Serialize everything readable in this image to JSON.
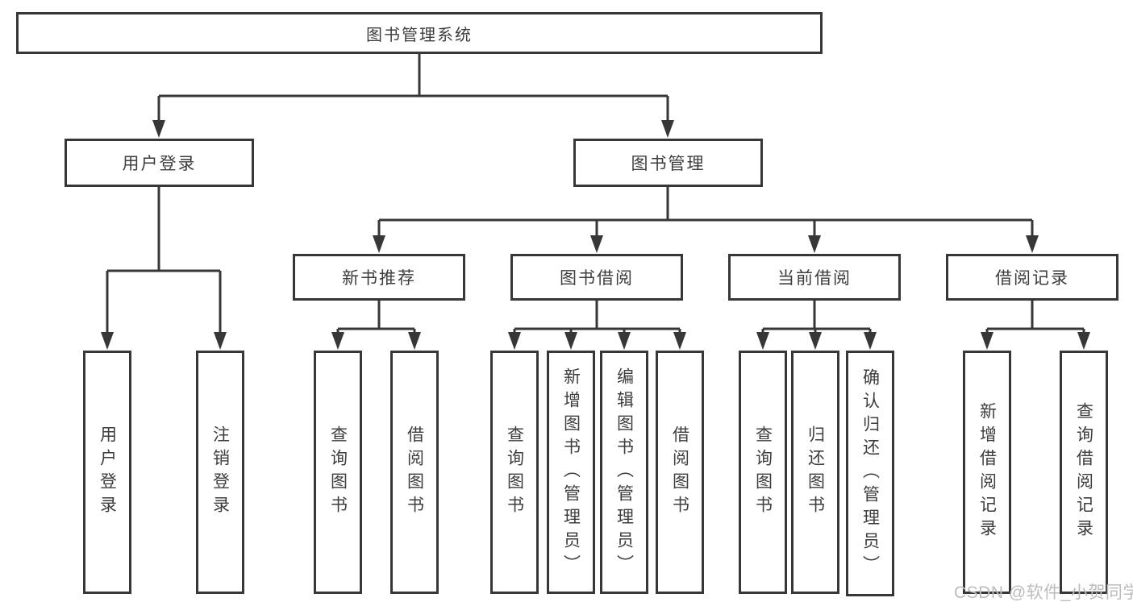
{
  "tree": {
    "label": "图书管理系统",
    "children": [
      {
        "label": "用户登录",
        "children": [
          {
            "label": "用户登录"
          },
          {
            "label": "注销登录"
          }
        ]
      },
      {
        "label": "图书管理",
        "children": [
          {
            "label": "新书推荐",
            "children": [
              {
                "label": "查询图书"
              },
              {
                "label": "借阅图书"
              }
            ]
          },
          {
            "label": "图书借阅",
            "children": [
              {
                "label": "查询图书"
              },
              {
                "label": "新增图书（管理员）"
              },
              {
                "label": "编辑图书（管理员）"
              },
              {
                "label": "借阅图书"
              }
            ]
          },
          {
            "label": "当前借阅",
            "children": [
              {
                "label": "查询图书"
              },
              {
                "label": "归还图书"
              },
              {
                "label": "确认归还（管理员）"
              }
            ]
          },
          {
            "label": "借阅记录",
            "children": [
              {
                "label": "新增借阅记录"
              },
              {
                "label": "查询借阅记录"
              }
            ]
          }
        ]
      }
    ]
  },
  "watermark": {
    "text": "CSDN @软件_小贺同学"
  },
  "colors": {
    "line": "#373737",
    "text": "#3d3d3d",
    "watermark": "#bcbcbc",
    "background": "#ffffff"
  }
}
